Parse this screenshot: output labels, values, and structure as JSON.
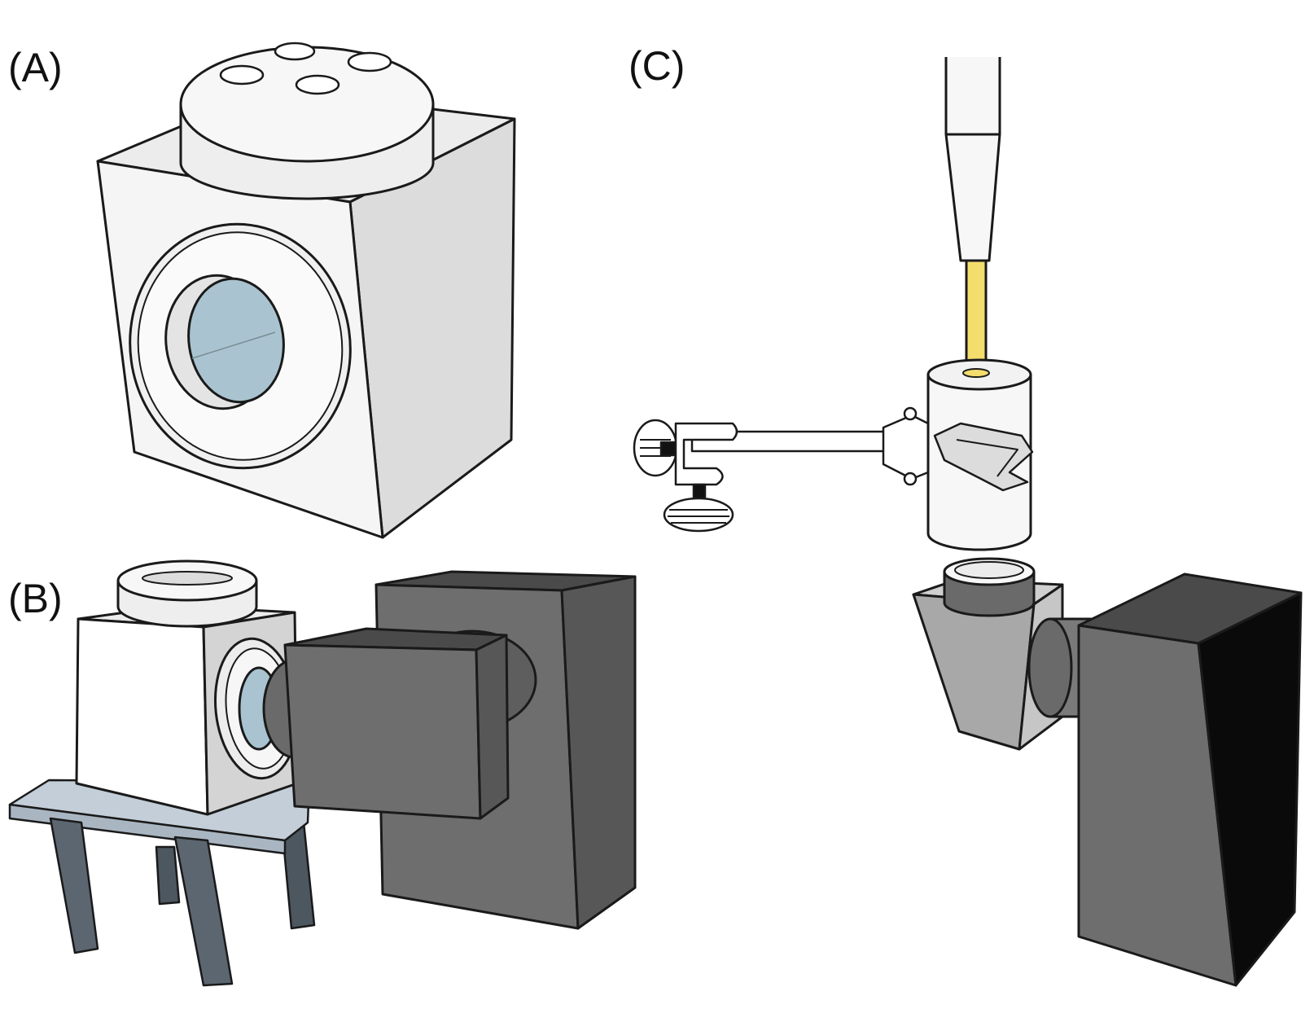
{
  "figure": {
    "panels": [
      {
        "id": "A",
        "label": "(A)"
      },
      {
        "id": "B",
        "label": "(B)"
      },
      {
        "id": "C",
        "label": "(C)"
      }
    ],
    "colors": {
      "background": "#ffffff",
      "outline": "#1a1a1a",
      "cuvette_light": "#f4f4f4",
      "cuvette_mid": "#e2e2e2",
      "cuvette_dark": "#cfcfcf",
      "window_glass": "#a9c4d0",
      "camera_front": "#6e6e6e",
      "camera_top": "#4a4a4a",
      "camera_side": "#5a5a5a",
      "camera_black": "#0a0a0a",
      "stand_top": "#c4ced8",
      "stand_legs": "#5c6670",
      "fiber_yellow": "#f3dd6d",
      "probe_light": "#f7f7f7"
    }
  }
}
